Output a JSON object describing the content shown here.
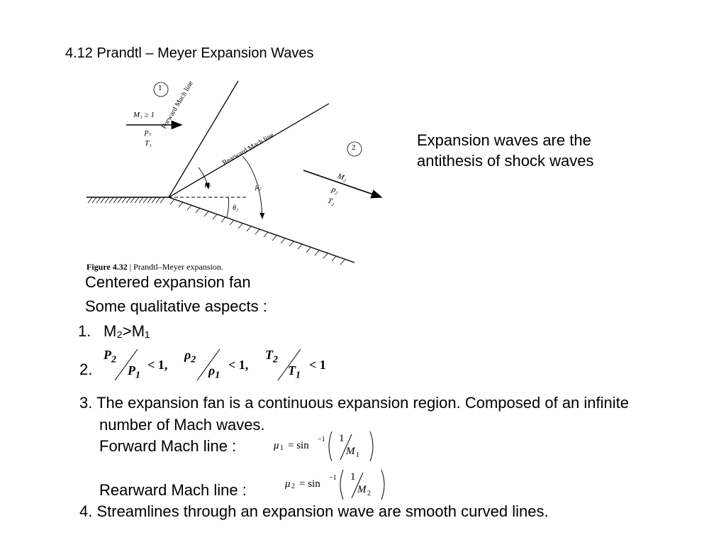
{
  "title": "4.12 Prandtl – Meyer Expansion Waves",
  "side_note": [
    "Expansion waves are the",
    "antithesis of shock waves"
  ],
  "figure": {
    "region1_label": "1",
    "region2_label": "2",
    "m1_label": "M₁ ≥ 1",
    "p1_label": "p₁",
    "t1_label": "T₁",
    "m2_label": "M₂",
    "p2_label": "p₂",
    "t2_label": "T₂",
    "forward_line_label": "Forward Mach line",
    "rearward_line_label": "Rearward Mach line",
    "mu1_label": "μ₁",
    "mu2_label": "μ₂",
    "theta2_label": "θ₂",
    "caption_bold": "Figure 4.32",
    "caption_text": " | Prandtl–Meyer expansion."
  },
  "subheading1": "Centered expansion fan",
  "subheading2": "Some qualitative aspects :",
  "item1": {
    "number": "1.",
    "text": "M₂>M₁"
  },
  "item2": {
    "number": "2.",
    "lt1": "< 1,",
    "lt2": "< 1,",
    "lt3": "< 1"
  },
  "item3": {
    "line1": "3. The expansion fan is a continuous expansion region. Composed of an infinite",
    "line2": "number of Mach waves.",
    "forward": "Forward Mach line :",
    "rearward": "Rearward Mach line :",
    "eq_forward": {
      "lhs": "μ",
      "sub": "1",
      "rhs": "= sin",
      "exp": "−1",
      "num": "1",
      "den": "M",
      "densub": "1"
    },
    "eq_rearward": {
      "lhs": "μ",
      "sub": "2",
      "rhs": "= sin",
      "exp": "−1",
      "num": "1",
      "den": "M",
      "densub": "2"
    }
  },
  "item4": "4. Streamlines through an expansion wave are smooth curved lines."
}
